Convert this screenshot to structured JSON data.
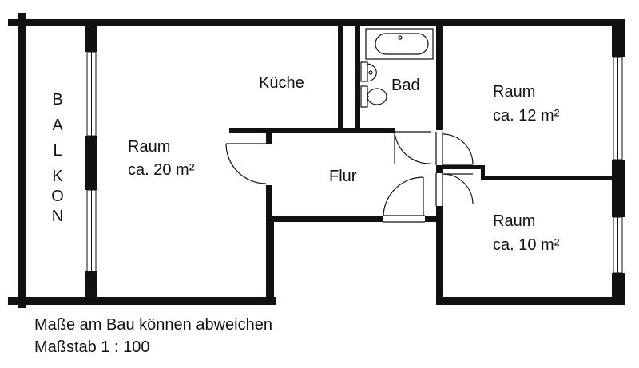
{
  "colors": {
    "wall": "#111111",
    "background": "#ffffff",
    "text": "#111111"
  },
  "rooms": {
    "balkon": {
      "letters": [
        "B",
        "A",
        "L",
        "K",
        "O",
        "N"
      ]
    },
    "kueche": {
      "name": "Küche"
    },
    "bad": {
      "name": "Bad"
    },
    "flur": {
      "name": "Flur"
    },
    "raum_20": {
      "name": "Raum",
      "area": "ca. 20 m²"
    },
    "raum_12": {
      "name": "Raum",
      "area": "ca. 12 m²"
    },
    "raum_10": {
      "name": "Raum",
      "area": "ca. 10 m²"
    }
  },
  "notes": {
    "disclaimer": "Maße am Bau können abweichen",
    "scale": "Maßstab 1 : 100"
  }
}
